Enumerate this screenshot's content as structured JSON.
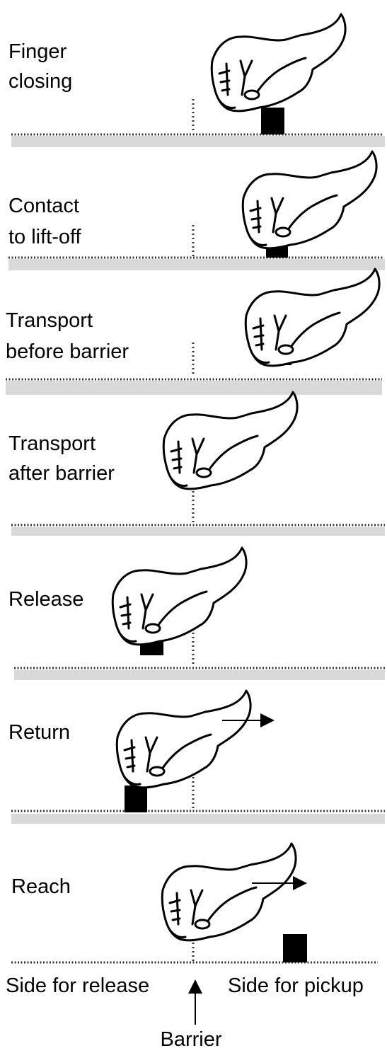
{
  "panels": [
    {
      "label_lines": [
        "Finger",
        "closing"
      ],
      "motion_arrow": false
    },
    {
      "label_lines": [
        "Contact",
        "to lift-off"
      ],
      "motion_arrow": false
    },
    {
      "label_lines": [
        "Transport",
        "before barrier"
      ],
      "motion_arrow": false
    },
    {
      "label_lines": [
        "Transport",
        "after barrier"
      ],
      "motion_arrow": false
    },
    {
      "label_lines": [
        "Release"
      ],
      "motion_arrow": false
    },
    {
      "label_lines": [
        "Return"
      ],
      "motion_arrow": true
    },
    {
      "label_lines": [
        "Reach"
      ],
      "motion_arrow": true
    }
  ],
  "bottom_labels": {
    "release_side": "Side for release",
    "pickup_side": "Side for pickup",
    "barrier": "Barrier"
  },
  "colors": {
    "surface": "#d9d9d9",
    "ink": "#000000"
  }
}
